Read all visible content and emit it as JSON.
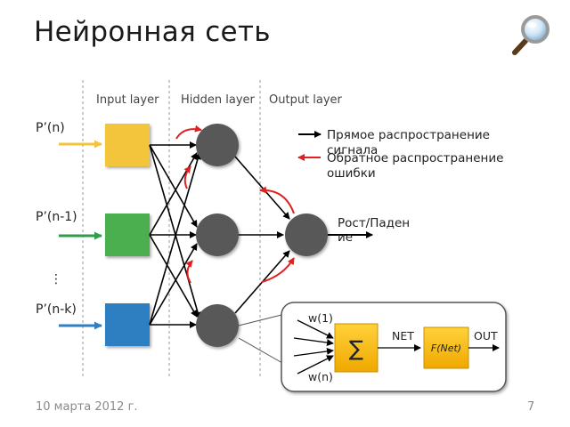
{
  "slide": {
    "title": "Нейронная сеть",
    "date": "10 марта 2012 г.",
    "page_number": "7"
  },
  "layers": {
    "input": "Input layer",
    "hidden": "Hidden layer",
    "output": "Output layer"
  },
  "inputs": {
    "p1": "P’(n)",
    "p2": "P’(n-1)",
    "p3": "P’(n-k)",
    "ellipsis": "⋮"
  },
  "output_label": "Рост/Паден ие",
  "legend": {
    "forward": "Прямое распространение сигнала",
    "backward": "Обратное распространение ошибки"
  },
  "neuron": {
    "w1": "w(1)",
    "wn": "w(n)",
    "sum_symbol": "∑",
    "net": "NET",
    "f_net": "F(Net)",
    "out": "OUT"
  },
  "colors": {
    "input_top": "#f2c53d",
    "input_mid": "#4caf50",
    "input_bot": "#2f7fc1",
    "node": "#595959",
    "backprop": "#e02020",
    "sum_box": "#f5b800"
  },
  "icons": {
    "search": "magnifier-icon"
  }
}
